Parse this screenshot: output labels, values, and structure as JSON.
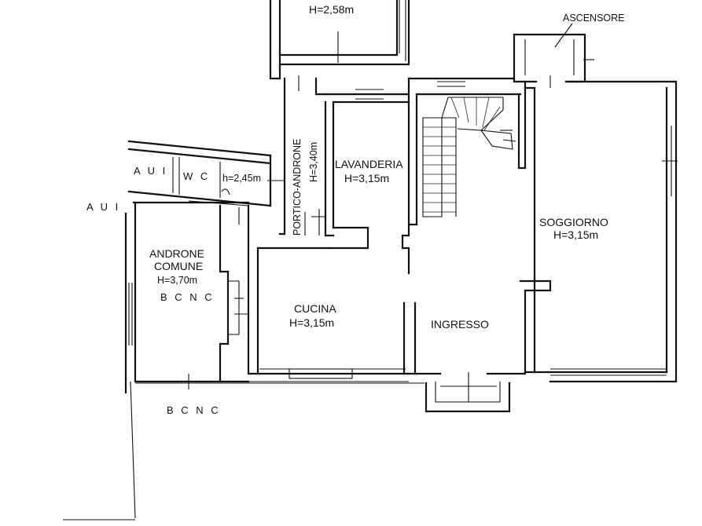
{
  "plan": {
    "rooms": {
      "top_room_height": "H=2,58m",
      "ascensore": "ASCENSORE",
      "aui_left": "A U I",
      "wc": "W C",
      "wc_height": "h=2,45m",
      "portico_androne": "PORTICO-ANDRONE",
      "portico_height": "H=3,40m",
      "lavanderia": "LAVANDERIA",
      "lavanderia_height": "H=3,15m",
      "soggiorno": "SOGGIORNO",
      "soggiorno_height": "H=3,15m",
      "aui_outside": "A U I",
      "androne_comune_1": "ANDRONE",
      "androne_comune_2": "COMUNE",
      "androne_height": "H=3,70m",
      "bcnc_inner": "B C N C",
      "cucina": "CUCINA",
      "cucina_height": "H=3,15m",
      "ingresso": "INGRESSO",
      "bcnc_outer": "B C N C"
    },
    "colors": {
      "line": "#111111",
      "background": "#ffffff"
    }
  }
}
